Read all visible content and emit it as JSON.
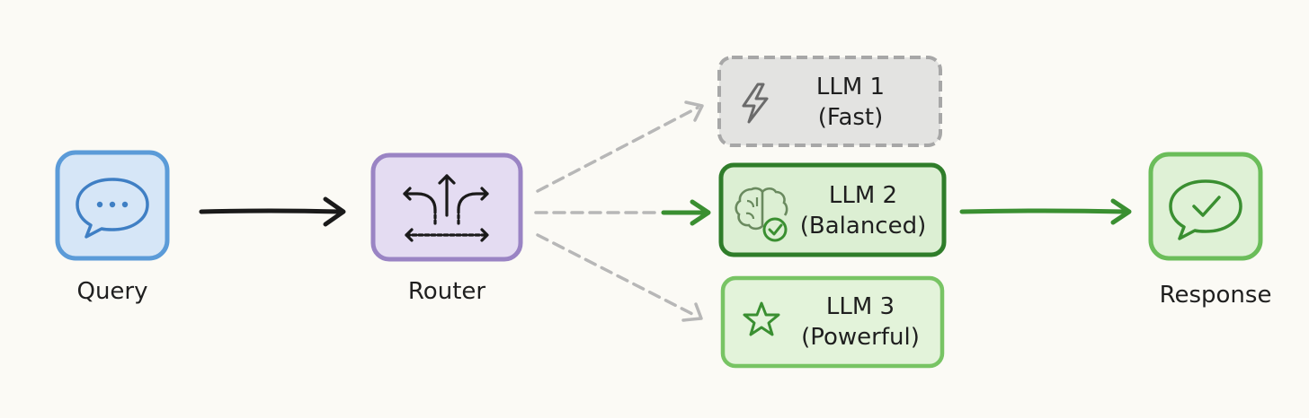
{
  "nodes": {
    "query": {
      "label": "Query",
      "color": "#5b9bd8",
      "fill": "#d6e6f7"
    },
    "router": {
      "label": "Router",
      "color": "#9a84c4",
      "fill": "#e4dcf2"
    },
    "response": {
      "label": "Response",
      "color": "#6bbd5a",
      "fill": "#dff1d6"
    }
  },
  "llms": [
    {
      "name": "LLM 1",
      "desc": "(Fast)",
      "icon": "lightning-icon",
      "border": "#a7a7a7",
      "fill": "#e3e3e1",
      "style": "dashed"
    },
    {
      "name": "LLM 2",
      "desc": "(Balanced)",
      "icon": "brain-check-icon",
      "border": "#2f7d2a",
      "fill": "#dcefd3",
      "style": "solid"
    },
    {
      "name": "LLM 3",
      "desc": "(Powerful)",
      "icon": "star-icon",
      "border": "#78c464",
      "fill": "#e3f3da",
      "style": "solid"
    }
  ],
  "colors": {
    "arrow_dark": "#1a1a1a",
    "arrow_dashed": "#b7b7b7",
    "arrow_green": "#3a8f31"
  }
}
